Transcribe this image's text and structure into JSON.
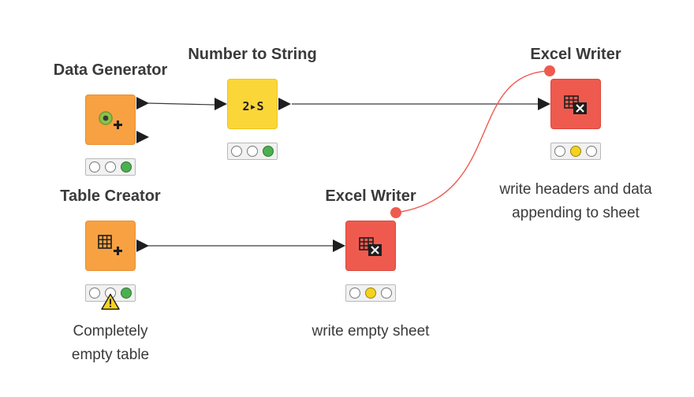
{
  "nodes": {
    "data_generator": {
      "title": "Data Generator",
      "status": [
        "off",
        "off",
        "green"
      ]
    },
    "number_to_string": {
      "title": "Number to String",
      "icon_text": "2▸S",
      "status": [
        "off",
        "off",
        "green"
      ]
    },
    "excel_writer_top": {
      "title": "Excel Writer",
      "status": [
        "off",
        "yellow",
        "off"
      ],
      "annotation": [
        "write headers and data",
        "appending to sheet"
      ]
    },
    "table_creator": {
      "title": "Table Creator",
      "status": [
        "off",
        "off",
        "green"
      ],
      "annotation": [
        "Completely",
        "empty table"
      ],
      "warning": true
    },
    "excel_writer_bottom": {
      "title": "Excel Writer",
      "status": [
        "off",
        "yellow",
        "off"
      ],
      "annotation": [
        "write empty sheet"
      ]
    }
  },
  "colors": {
    "source": "#f7a142",
    "manipulator": "#fbd638",
    "sink": "#ef5a4f",
    "flow_variable": "#ef5a4f",
    "connection": "#3a3a3a"
  },
  "icons": {
    "data_generator": "data-generator-icon",
    "number_to_string": "number-to-string-icon",
    "excel_writer": "excel-writer-icon",
    "table_creator": "table-creator-icon",
    "warning": "warning-icon"
  }
}
